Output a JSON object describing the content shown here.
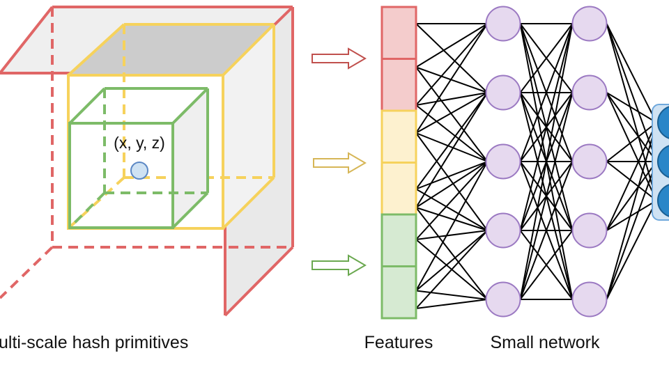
{
  "labels": {
    "point": "(x, y, z)",
    "cube_caption": "ulti-scale hash primitives",
    "features_caption": "Features",
    "network_caption": "Small network"
  },
  "colors": {
    "red": "#e06666",
    "red_fill": "#f4cccc",
    "yellow": "#f6d25c",
    "yellow_fill": "#fdf1cf",
    "green": "#7dbb68",
    "green_fill": "#d6ead2",
    "node_stroke": "#9b79c2",
    "node_fill": "#e6d9ef",
    "output_fill": "#2a86c8",
    "output_stroke": "#1a5f93",
    "output_panel": "#cfe2f3",
    "point_fill": "#cfe2f3",
    "point_stroke": "#5b87c4",
    "face_gray": "#cccccc",
    "face_light": "#efefef"
  },
  "network": {
    "feature_cells": 6,
    "feature_cell_colors": [
      "red",
      "red",
      "yellow",
      "yellow",
      "green",
      "green"
    ],
    "hidden_layers": 2,
    "nodes_per_hidden_layer": 5,
    "output_nodes": 3
  },
  "icons": [
    "arrow-right-icon-red",
    "arrow-right-icon-yellow",
    "arrow-right-icon-green"
  ]
}
